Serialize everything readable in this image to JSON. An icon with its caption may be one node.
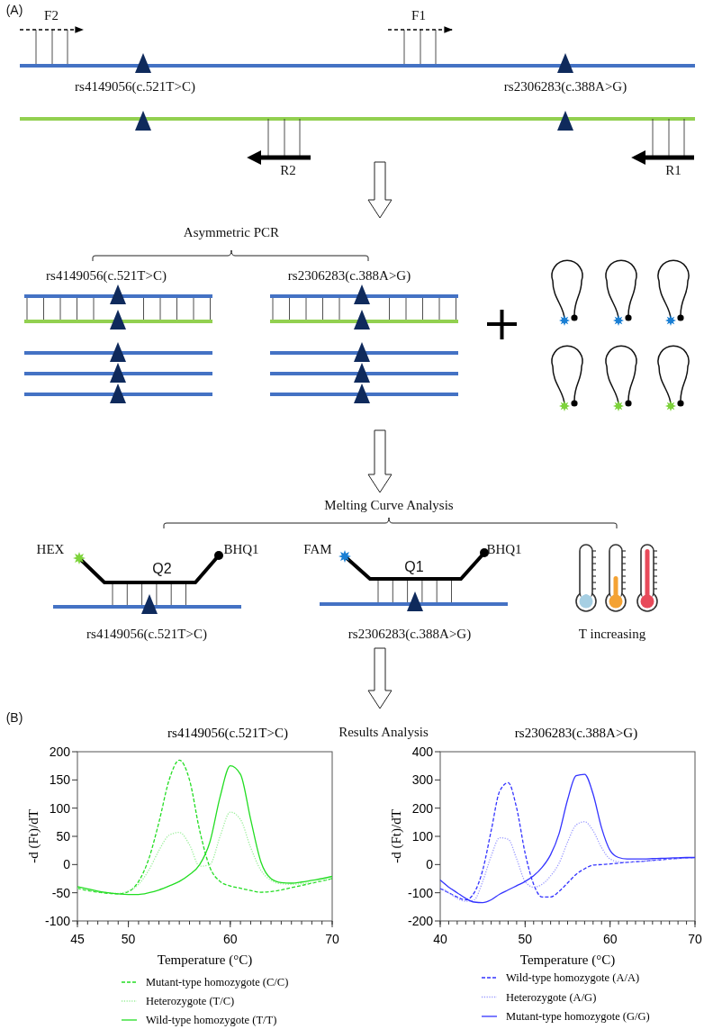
{
  "diagram": {
    "labels": [
      "(A)",
      "F2",
      "F1",
      "rs4149056(c.521T>C)",
      "rs2306283(c.388A>G)",
      "R2",
      "R1",
      "Asymmetric PCR",
      "rs4149056(c.521T>C)",
      "rs2306283(c.388A>G)",
      "Melting Curve Analysis",
      "HEX",
      "Q2",
      "BHQ1",
      "FAM",
      "Q1",
      "BHQ1",
      "rs4149056(c.521T>C)",
      "rs2306283(c.388A>G)",
      "T increasing",
      "(B)",
      "Results Analysis"
    ],
    "chart_data": [
      {
        "type": "line",
        "title": "rs4149056(c.521T>C)",
        "xlabel": "Temperature (°C)",
        "ylabel": "-d (Ft)/dT",
        "xlim": [
          45,
          70
        ],
        "ylim": [
          -100,
          200
        ],
        "legend": "bottom",
        "xticks": [
          45,
          50,
          60,
          70
        ],
        "yticks": [
          -100,
          -50,
          0,
          50,
          100,
          150,
          200
        ],
        "x": [
          45,
          46,
          47,
          48,
          49,
          50,
          51,
          52,
          53,
          54,
          55,
          56,
          57,
          58,
          59,
          60,
          61,
          62,
          63,
          64,
          65,
          66,
          67,
          68,
          69,
          70
        ],
        "series": [
          {
            "name": "Mutant-type homozygote (C/C)",
            "color": "#22dd22",
            "line_style": "dashed",
            "values": [
              -42,
              -46,
              -49,
              -51,
              -52,
              -48,
              -30,
              10,
              75,
              150,
              185,
              150,
              60,
              -5,
              -30,
              -38,
              -42,
              -46,
              -49,
              -48,
              -45,
              -41,
              -37,
              -33,
              -29,
              -25
            ]
          },
          {
            "name": "Heterozygote (T/C)",
            "color": "#99ee99",
            "line_style": "dotted",
            "values": [
              -42,
              -45,
              -48,
              -50,
              -51,
              -47,
              -35,
              -10,
              25,
              52,
              57,
              35,
              -3,
              0,
              50,
              93,
              80,
              30,
              -10,
              -28,
              -34,
              -35,
              -34,
              -32,
              -29,
              -25
            ]
          },
          {
            "name": "Wild-type homozygote (T/T)",
            "color": "#22dd22",
            "line_style": "solid",
            "values": [
              -39,
              -43,
              -47,
              -50,
              -52,
              -53,
              -53,
              -50,
              -45,
              -38,
              -30,
              -18,
              0,
              40,
              120,
              175,
              160,
              80,
              5,
              -25,
              -32,
              -33,
              -31,
              -28,
              -25,
              -21
            ]
          }
        ]
      },
      {
        "type": "line",
        "title": "rs2306283(c.388A>G)",
        "xlabel": "Temperature (°C)",
        "ylabel": "-d (Ft)/dT",
        "xlim": [
          40,
          70
        ],
        "ylim": [
          -200,
          400
        ],
        "legend": "bottom",
        "xticks": [
          40,
          50,
          60,
          70
        ],
        "yticks": [
          -200,
          -100,
          0,
          100,
          200,
          300,
          400
        ],
        "x": [
          40,
          41,
          42,
          43,
          44,
          45,
          46,
          47,
          48,
          49,
          50,
          51,
          52,
          53,
          54,
          55,
          56,
          57,
          58,
          59,
          60,
          61,
          62,
          63,
          64,
          65,
          66,
          67,
          68,
          69,
          70
        ],
        "series": [
          {
            "name": "Wild-type homozygote (A/A)",
            "color": "#3333ff",
            "line_style": "dashed",
            "values": [
              -85,
              -100,
              -115,
              -125,
              -100,
              -20,
              120,
              260,
              290,
              200,
              40,
              -70,
              -115,
              -115,
              -95,
              -65,
              -35,
              -15,
              -2,
              0,
              2,
              5,
              8,
              10,
              12,
              15,
              17,
              20,
              22,
              24,
              25
            ]
          },
          {
            "name": "Heterozygote (A/G)",
            "color": "#9999ff",
            "line_style": "dotted",
            "values": [
              -80,
              -100,
              -120,
              -130,
              -125,
              -60,
              30,
              95,
              90,
              20,
              -60,
              -80,
              -70,
              -40,
              5,
              80,
              140,
              152,
              120,
              60,
              20,
              10,
              8,
              10,
              12,
              14,
              17,
              19,
              21,
              23,
              25
            ]
          },
          {
            "name": "Mutant-type homozygote (G/G)",
            "color": "#3333ff",
            "line_style": "solid",
            "values": [
              -55,
              -80,
              -100,
              -120,
              -133,
              -135,
              -125,
              -105,
              -90,
              -75,
              -60,
              -40,
              -10,
              35,
              110,
              230,
              315,
              320,
              250,
              130,
              50,
              25,
              20,
              20,
              20,
              21,
              22,
              23,
              24,
              25,
              25
            ]
          }
        ]
      }
    ]
  }
}
